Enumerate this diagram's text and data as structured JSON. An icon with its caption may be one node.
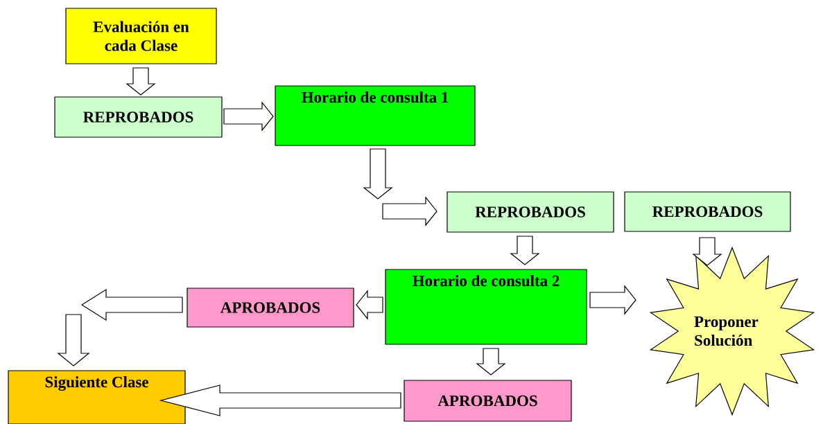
{
  "diagram": {
    "nodes": [
      {
        "text": [
          "Evaluación en cada Clase"
        ]
      },
      {
        "text": [
          "REPROBADOS"
        ]
      },
      {
        "text": [
          "Horario de consulta 1"
        ]
      },
      {
        "text": [
          "REPROBADOS"
        ]
      },
      {
        "text": [
          "REPROBADOS"
        ]
      },
      {
        "text": [
          "Horario de consulta 2"
        ]
      },
      {
        "text": [
          "APROBADOS"
        ]
      },
      {
        "text": [
          "Proponer Solución"
        ]
      },
      {
        "text": [
          "Siguiente Clase"
        ]
      },
      {
        "text": [
          "APROBADOS"
        ]
      }
    ],
    "edges": [
      {
        "from": 0,
        "to": 1,
        "arrow": "to"
      },
      {
        "from": 1,
        "to": 2,
        "arrow": "to"
      },
      {
        "from": 2,
        "to": null,
        "arrow": "to"
      },
      {
        "from": null,
        "to": 3,
        "arrow": "to"
      },
      {
        "from": 3,
        "to": 5,
        "arrow": "to"
      },
      {
        "from": 4,
        "to": 7,
        "arrow": "to"
      },
      {
        "from": 5,
        "to": 7,
        "arrow": "to"
      },
      {
        "from": 5,
        "to": 6,
        "arrow": "to"
      },
      {
        "from": 6,
        "to": null,
        "arrow": "to"
      },
      {
        "from": null,
        "to": 8,
        "arrow": "to"
      },
      {
        "from": 5,
        "to": 9,
        "arrow": "to"
      },
      {
        "from": 9,
        "to": 8,
        "arrow": "to"
      }
    ]
  }
}
